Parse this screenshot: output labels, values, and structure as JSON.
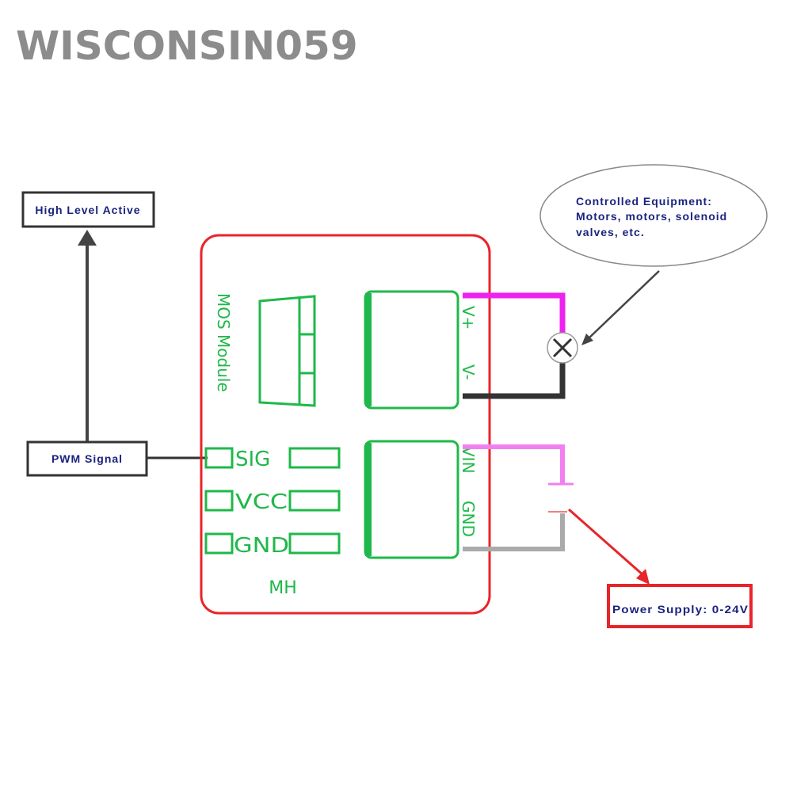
{
  "watermark": "WISCONSIN059",
  "labels": {
    "high_level_active": "High Level Active",
    "pwm_signal": "PWM Signal",
    "power_supply": "Power Supply: 0-24V",
    "controlled_equipment": [
      "Controlled Equipment:",
      "Motors, motors, solenoid",
      "valves, etc."
    ]
  },
  "module": {
    "title": "MOS Module",
    "model": "MH",
    "left_pins": [
      "SIG",
      "VCC",
      "GND"
    ],
    "output_terminals": [
      "V+",
      "V-"
    ],
    "input_terminals": [
      "VIN",
      "GND"
    ]
  },
  "colors": {
    "module_border": "#e8242a",
    "module_graphics": "#1fb84a",
    "positive_wire": "#ee22ee",
    "negative_wire": "#333333",
    "supply_positive_wire": "#f080f0",
    "supply_ground_wire": "#aaaaaa",
    "label_text": "#1a237e",
    "watermark": "#8c8c8c"
  }
}
